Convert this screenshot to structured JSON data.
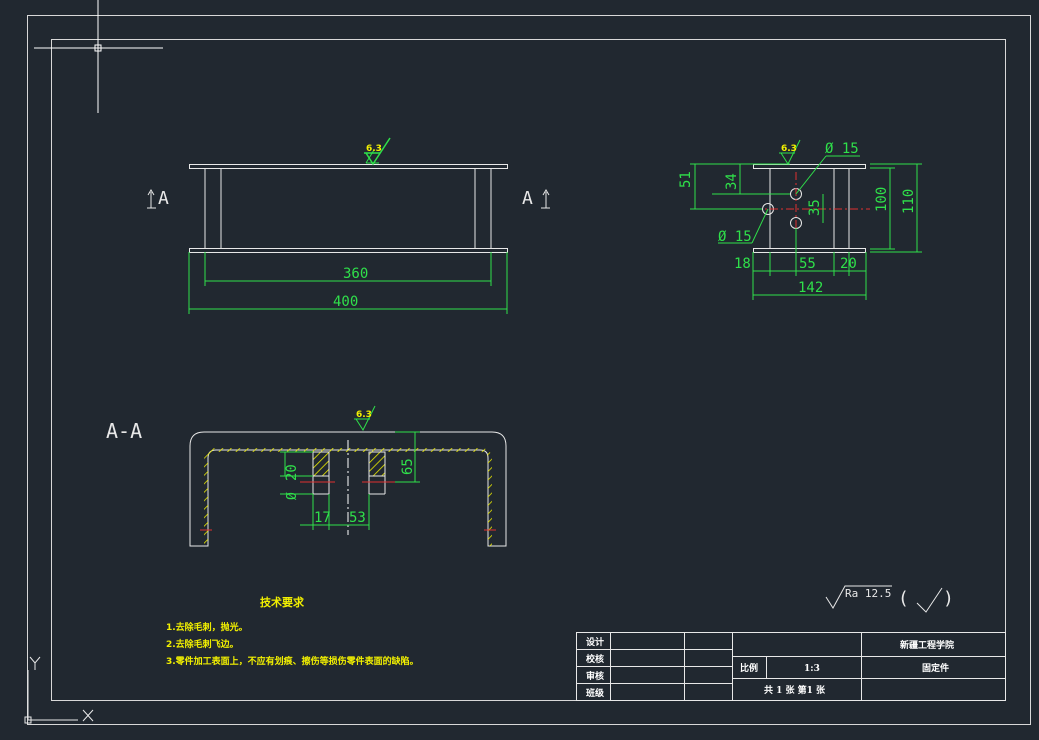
{
  "views": {
    "front": {
      "section_left": "A",
      "section_right": "A",
      "dim_inner": "360",
      "dim_outer": "400",
      "roughness": "6.3"
    },
    "side": {
      "roughness": "6.3",
      "dims": {
        "hole_top": "Ø 15",
        "hole_left": "Ø 15",
        "d51": "51",
        "d34": "34",
        "d35": "35",
        "d100": "100",
        "d110": "110",
        "d18": "18",
        "d55": "55",
        "d20": "20",
        "d142": "142"
      }
    },
    "section": {
      "label": "A-A",
      "roughness": "6.3",
      "dims": {
        "d20": "20",
        "dia": "Ø",
        "d65": "65",
        "d17": "17",
        "d53": "53"
      }
    }
  },
  "surface_finish": {
    "ra": "Ra 12.5",
    "paren_open": "(",
    "paren_close": ")"
  },
  "tech_req": {
    "title": "技术要求",
    "items": [
      "1.去除毛刺，抛光。",
      "2.去除毛刺飞边。",
      "3.零件加工表面上，不应有划痕、擦伤等损伤零件表面的缺陷。"
    ]
  },
  "title_block": {
    "design": "设计",
    "check": "校核",
    "review": "审核",
    "class": "班级",
    "scale_label": "比例",
    "scale_value": "1:3",
    "school": "新疆工程学院",
    "part_name": "固定件",
    "sheets": "共 1 张 第1 张"
  },
  "ucs": {
    "x": "X",
    "y": "Y"
  }
}
